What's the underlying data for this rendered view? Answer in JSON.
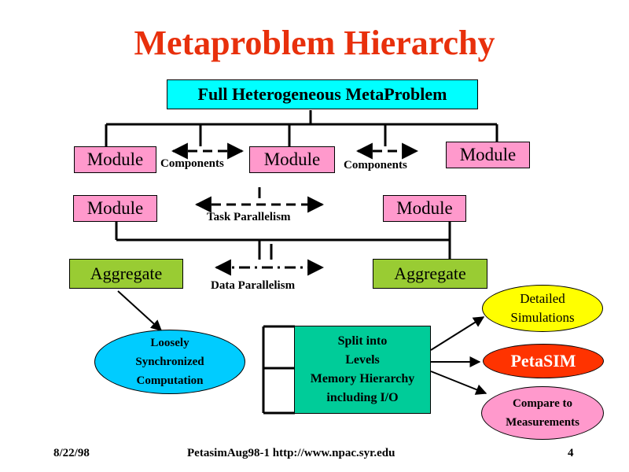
{
  "title": "Metaproblem Hierarchy",
  "top_box": "Full  Heterogeneous MetaProblem",
  "modules": {
    "row1_left": "Module",
    "row1_mid": "Module",
    "row1_right": "Module",
    "row2_left": "Module",
    "row2_right": "Module"
  },
  "aggregates": {
    "left": "Aggregate",
    "right": "Aggregate"
  },
  "labels": {
    "components_1": "Components",
    "components_2": "Components",
    "task_parallelism": "Task Parallelism",
    "data_parallelism": "Data Parallelism"
  },
  "loosely": [
    "Loosely",
    "Synchronized",
    "Computation"
  ],
  "split": [
    "Split into",
    "Levels",
    "Memory Hierarchy",
    "including I/O"
  ],
  "detailed": [
    "Detailed",
    "Simulations"
  ],
  "petasim": "PetaSIM",
  "compare": [
    "Compare to",
    "Measurements"
  ],
  "colors": {
    "title": "#e8300c",
    "top_box": "#00ffff",
    "module": "#ff99cc",
    "aggregate": "#99cc33",
    "loosely": "#00ccff",
    "split": "#00cc99",
    "detailed": "#ffff00",
    "petasim": "#ff3300",
    "compare": "#ff99cc"
  },
  "footer": {
    "date": "8/22/98",
    "center": "PetasimAug98-1   http://www.npac.syr.edu",
    "page": "4"
  }
}
